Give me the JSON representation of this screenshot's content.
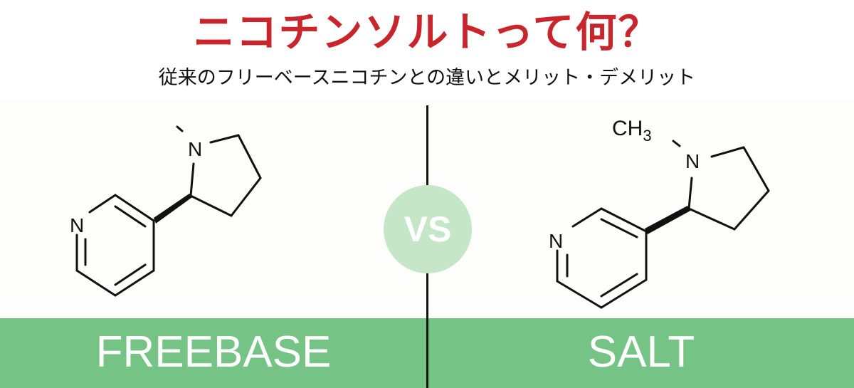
{
  "title": "ニコチンソルトって何？",
  "subtitle": "従来のフリーベースニコチンとの違いとメリット・デメリット",
  "vs_label": "VS",
  "left": {
    "label": "FREEBASE",
    "atom_n1": "N",
    "atom_n2": "N"
  },
  "right": {
    "label": "SALT",
    "atom_n1": "N",
    "atom_n2": "N",
    "methyl": "CH",
    "methyl_sub": "3"
  },
  "colors": {
    "title": "#c8252c",
    "band": "#76c386",
    "vs_circle": "#c6e6c8"
  }
}
